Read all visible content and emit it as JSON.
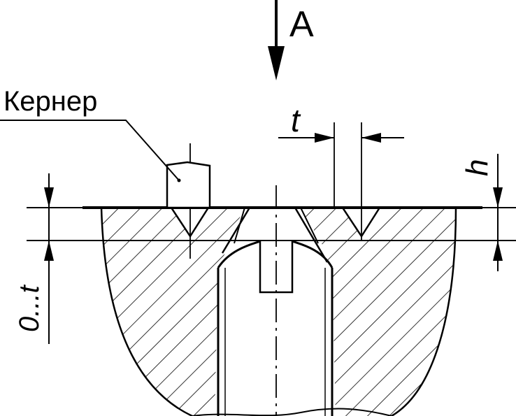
{
  "labels": {
    "view": "A",
    "tool": "Кернер",
    "pitch": "t",
    "depth": "h",
    "range": "0...t"
  }
}
